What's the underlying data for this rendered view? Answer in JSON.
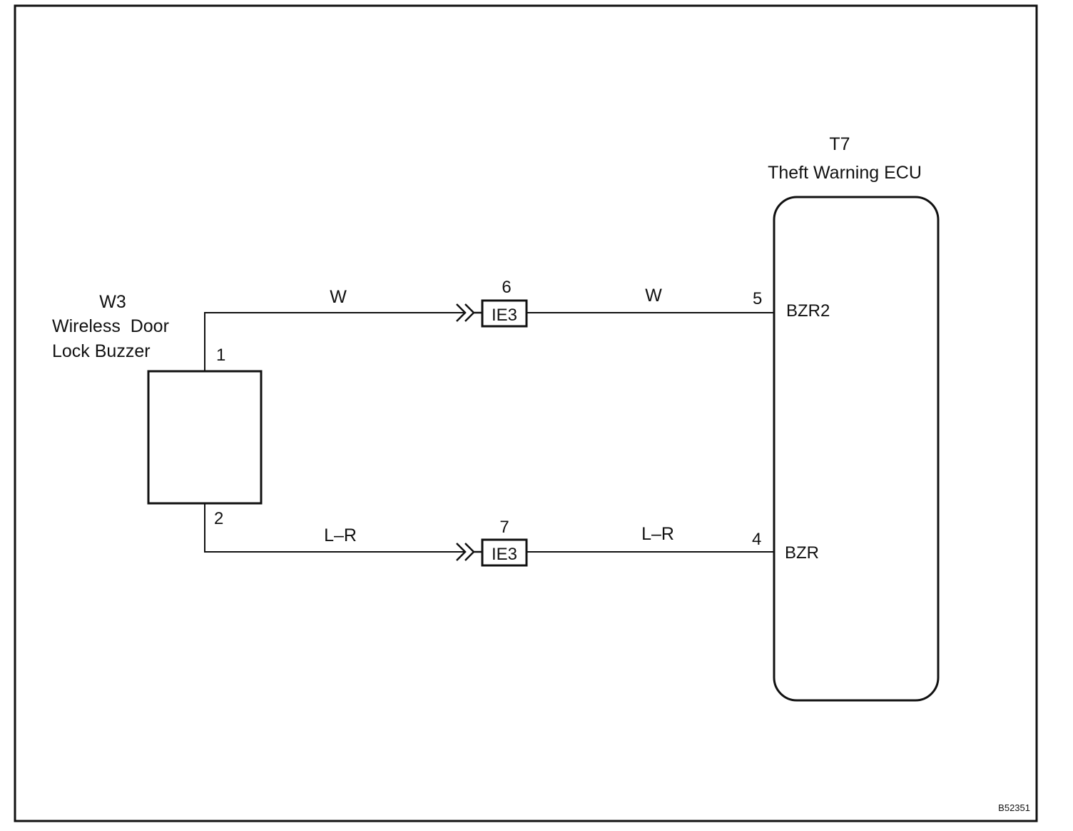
{
  "buzzer": {
    "code": "W3",
    "name_line1": "Wireless  Door",
    "name_line2": "Lock Buzzer",
    "pin_top": "1",
    "pin_bottom": "2"
  },
  "ecu": {
    "code": "T7",
    "name": "Theft Warning ECU",
    "pins": [
      {
        "number": "5",
        "name": "BZR2"
      },
      {
        "number": "4",
        "name": "BZR"
      }
    ]
  },
  "connectors": [
    {
      "pin": "6",
      "label": "IE3"
    },
    {
      "pin": "7",
      "label": "IE3"
    }
  ],
  "wires": [
    {
      "color_left": "W",
      "color_right": "W"
    },
    {
      "color_left": "L–R",
      "color_right": "L–R"
    }
  ],
  "figure_id": "B52351"
}
